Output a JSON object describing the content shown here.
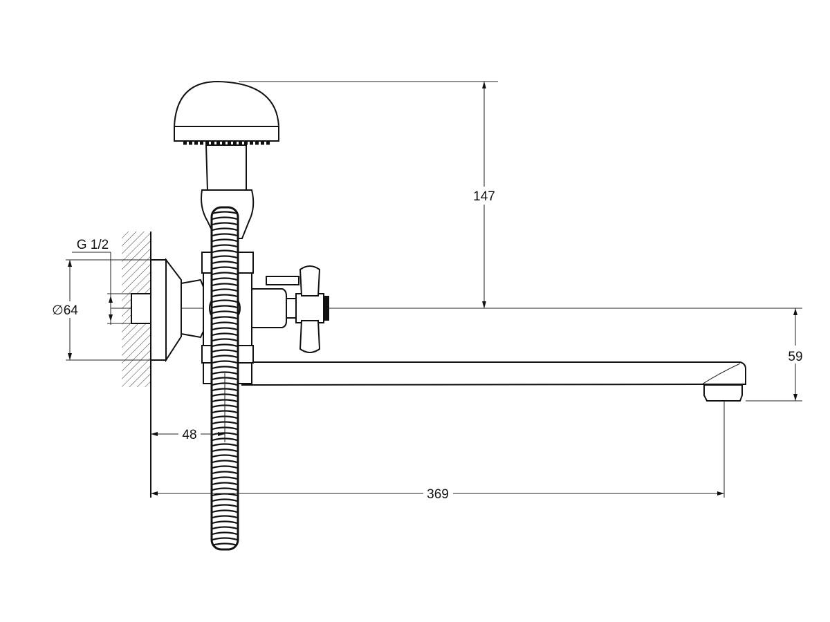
{
  "diagram": {
    "dimensions": {
      "shower_height": "147",
      "spout_drop": "59",
      "flange_diameter": "∅64",
      "thread": "G 1/2",
      "wall_to_body": "48",
      "spout_reach": "369"
    },
    "colors": {
      "line": "#111111",
      "background": "#ffffff"
    }
  }
}
